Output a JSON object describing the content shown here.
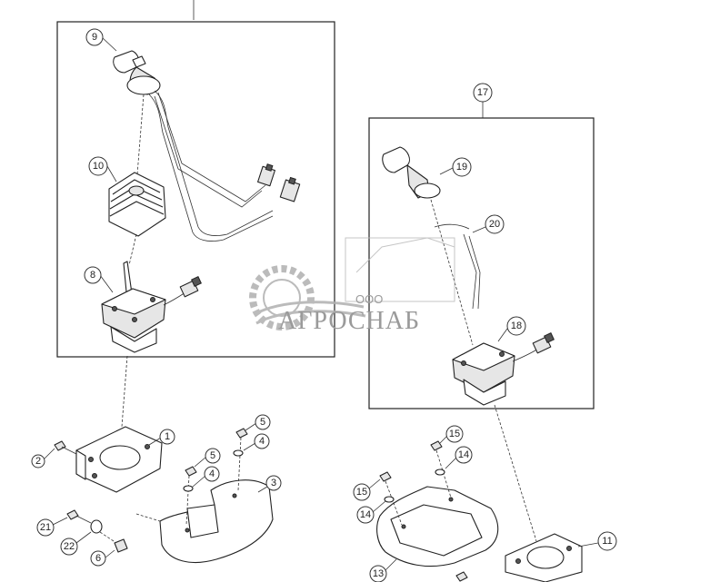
{
  "callouts": {
    "c1": "1",
    "c2": "2",
    "c3": "3",
    "c4a": "4",
    "c4b": "4",
    "c5a": "5",
    "c5b": "5",
    "c6": "6",
    "c8": "8",
    "c9": "9",
    "c10": "10",
    "c11": "11",
    "c13": "13",
    "c14a": "14",
    "c14b": "14",
    "c15a": "15",
    "c15b": "15",
    "c17": "17",
    "c18": "18",
    "c19": "19",
    "c20": "20",
    "c21": "21",
    "c22": "22"
  },
  "watermark": {
    "company_prefix": "ООО",
    "company_name": "АГРОСНАБ",
    "brand_color": "#9a9a9a"
  }
}
